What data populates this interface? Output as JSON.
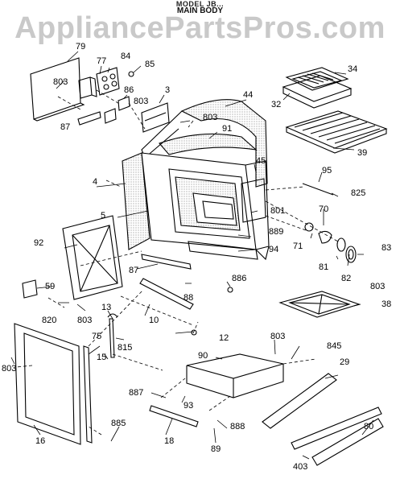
{
  "header": {
    "top_line": "MODEL JB...",
    "title": "MAIN BODY",
    "watermark": "AppliancePartsPros.com"
  },
  "part_labels": [
    {
      "id": "p79",
      "text": "79"
    },
    {
      "id": "p77",
      "text": "77"
    },
    {
      "id": "p84",
      "text": "84"
    },
    {
      "id": "p85",
      "text": "85"
    },
    {
      "id": "p803a",
      "text": "803"
    },
    {
      "id": "p86",
      "text": "86"
    },
    {
      "id": "p3",
      "text": "3"
    },
    {
      "id": "p44",
      "text": "44"
    },
    {
      "id": "p34",
      "text": "34"
    },
    {
      "id": "p32",
      "text": "32"
    },
    {
      "id": "p803b",
      "text": "803"
    },
    {
      "id": "p803c",
      "text": "803"
    },
    {
      "id": "p87a",
      "text": "87"
    },
    {
      "id": "p91",
      "text": "91"
    },
    {
      "id": "p39",
      "text": "39"
    },
    {
      "id": "p45",
      "text": "45"
    },
    {
      "id": "p4",
      "text": "4"
    },
    {
      "id": "p95",
      "text": "95"
    },
    {
      "id": "p825",
      "text": "825"
    },
    {
      "id": "p5",
      "text": "5"
    },
    {
      "id": "p801",
      "text": "801"
    },
    {
      "id": "p70",
      "text": "70"
    },
    {
      "id": "p889",
      "text": "889"
    },
    {
      "id": "p92",
      "text": "92"
    },
    {
      "id": "p71",
      "text": "71"
    },
    {
      "id": "p83",
      "text": "83"
    },
    {
      "id": "p94",
      "text": "94"
    },
    {
      "id": "p81",
      "text": "81"
    },
    {
      "id": "p87b",
      "text": "87"
    },
    {
      "id": "p82",
      "text": "82"
    },
    {
      "id": "p803d",
      "text": "803"
    },
    {
      "id": "p886",
      "text": "886"
    },
    {
      "id": "p59",
      "text": "59"
    },
    {
      "id": "p88",
      "text": "88"
    },
    {
      "id": "p38",
      "text": "38"
    },
    {
      "id": "p820",
      "text": "820"
    },
    {
      "id": "p803e",
      "text": "803"
    },
    {
      "id": "p13",
      "text": "13"
    },
    {
      "id": "p10",
      "text": "10"
    },
    {
      "id": "p75",
      "text": "75"
    },
    {
      "id": "p815",
      "text": "815"
    },
    {
      "id": "p12",
      "text": "12"
    },
    {
      "id": "p803f",
      "text": "803"
    },
    {
      "id": "p845",
      "text": "845"
    },
    {
      "id": "p90",
      "text": "90"
    },
    {
      "id": "p15",
      "text": "15"
    },
    {
      "id": "p29",
      "text": "29"
    },
    {
      "id": "p803g",
      "text": "803"
    },
    {
      "id": "p887",
      "text": "887"
    },
    {
      "id": "p93",
      "text": "93"
    },
    {
      "id": "p885",
      "text": "885"
    },
    {
      "id": "p80",
      "text": "80"
    },
    {
      "id": "p888",
      "text": "888"
    },
    {
      "id": "p16",
      "text": "16"
    },
    {
      "id": "p18",
      "text": "18"
    },
    {
      "id": "p89",
      "text": "89"
    },
    {
      "id": "p403",
      "text": "403"
    }
  ]
}
